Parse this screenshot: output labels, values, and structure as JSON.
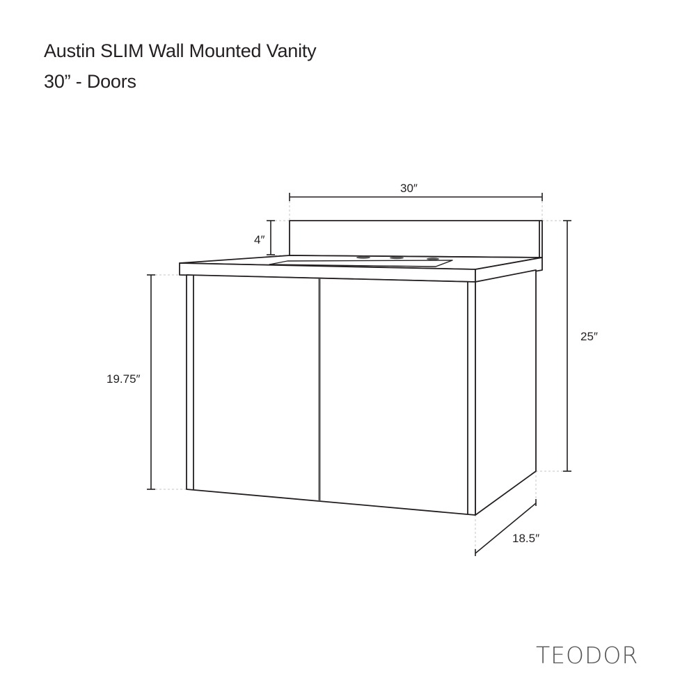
{
  "header": {
    "title": "Austin SLIM Wall Mounted Vanity",
    "subtitle": "30” - Doors"
  },
  "brand": {
    "name": "TEODOR"
  },
  "drawing": {
    "type": "dimensioned line drawing",
    "subject": "wall mounted vanity with two doors, countertop, backsplash and undermount sink",
    "line_color": "#231f20",
    "guide_color": "#bbbbbb",
    "dimensions": {
      "width": "30″",
      "backsplash_height": "4″",
      "cabinet_height": "19.75″",
      "total_height": "25″",
      "depth": "18.5″"
    }
  }
}
